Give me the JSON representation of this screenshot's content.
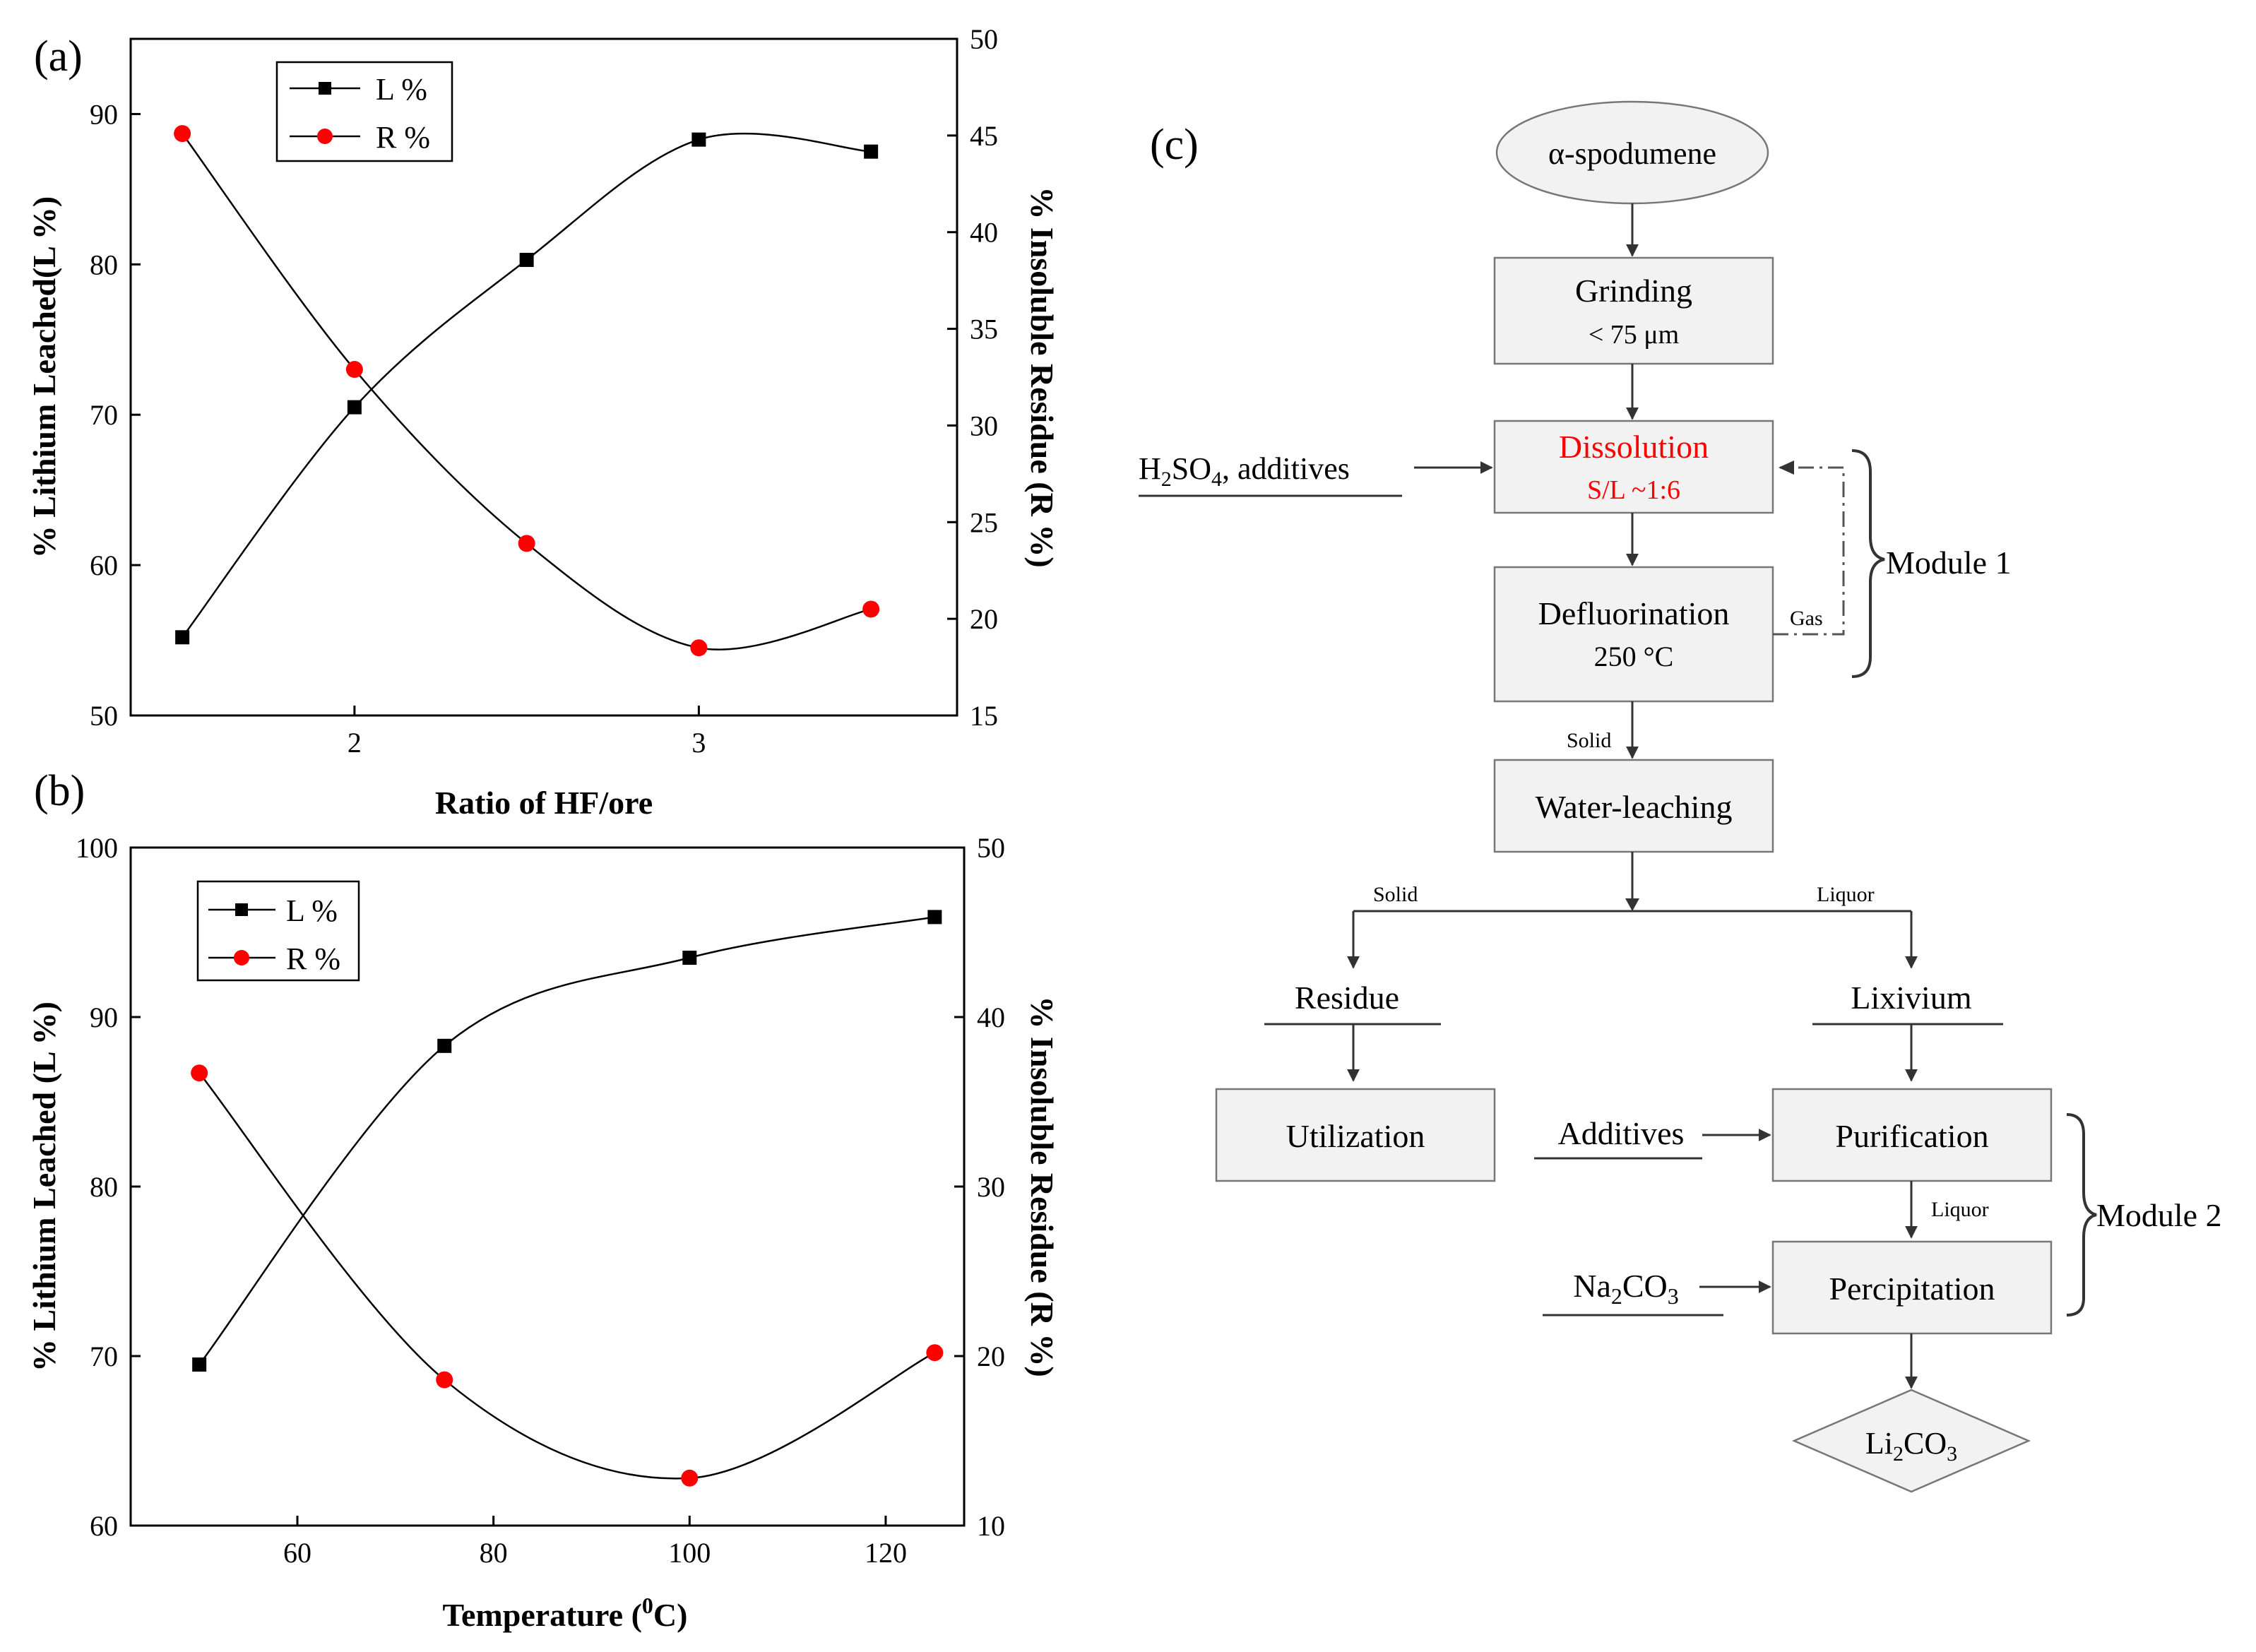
{
  "chart_data": [
    {
      "panel_label": "(a)",
      "type": "line",
      "xlabel": "Ratio of HF/ore",
      "ylabel_left": "% Lithium Leached(L %)",
      "ylabel_right": "% Insoluble Residue (R %)",
      "xlim": [
        1.35,
        3.75
      ],
      "xticks": [
        2,
        3
      ],
      "ylim_left": [
        50,
        95
      ],
      "yticks_left": [
        50,
        60,
        70,
        80,
        90
      ],
      "ylim_right": [
        15,
        50
      ],
      "yticks_right": [
        15,
        20,
        25,
        30,
        35,
        40,
        45,
        50
      ],
      "legend_position": "top-left",
      "series": [
        {
          "name": "L %",
          "axis": "left",
          "marker": "square",
          "color": "#000000",
          "x": [
            1.5,
            2.0,
            2.5,
            3.0,
            3.5
          ],
          "values": [
            55.2,
            70.5,
            80.3,
            88.3,
            87.5
          ]
        },
        {
          "name": "R %",
          "axis": "right",
          "marker": "circle",
          "color": "#ff0000",
          "x": [
            1.5,
            2.0,
            2.5,
            3.0,
            3.5
          ],
          "values": [
            45.1,
            32.9,
            23.9,
            18.5,
            20.5
          ]
        }
      ]
    },
    {
      "panel_label": "(b)",
      "type": "line",
      "xlabel": "Temperature (",
      "xlabel_sup": "0",
      "xlabel_end": "C)",
      "ylabel_left": "% Lithium Leached (L %)",
      "ylabel_right": "% Insoluble Residue (R %)",
      "xlim": [
        43,
        128
      ],
      "xticks": [
        60,
        80,
        100,
        120
      ],
      "ylim_left": [
        60,
        100
      ],
      "yticks_left": [
        60,
        70,
        80,
        90,
        100
      ],
      "ylim_right": [
        10,
        50
      ],
      "yticks_right": [
        10,
        20,
        30,
        40,
        50
      ],
      "legend_position": "top-left",
      "series": [
        {
          "name": "L %",
          "axis": "left",
          "marker": "square",
          "color": "#000000",
          "x": [
            50,
            75,
            100,
            125
          ],
          "values": [
            69.5,
            88.3,
            93.5,
            95.9
          ]
        },
        {
          "name": "R %",
          "axis": "right",
          "marker": "circle",
          "color": "#ff0000",
          "x": [
            50,
            75,
            100,
            125
          ],
          "values": [
            36.7,
            18.6,
            12.8,
            20.2
          ]
        }
      ]
    }
  ],
  "flowchart": {
    "panel_label": "(c)",
    "start": "α-spodumene",
    "grinding": {
      "title": "Grinding",
      "sub": "< 75 μm"
    },
    "dissolution": {
      "title": "Dissolution",
      "sub": "S/L ~1:6",
      "color": "#ff0000"
    },
    "defluorination": {
      "title": "Defluorination",
      "sub": "250 °C"
    },
    "water_leaching": "Water-leaching",
    "h2so4_input": {
      "pre": "H",
      "sub1": "2",
      "mid": "SO",
      "sub2": "4",
      "post": ", additives"
    },
    "gas_label": "Gas",
    "module1": "Module 1",
    "solid_label_1": "Solid",
    "solid_label_2": "Solid",
    "liquor_label_1": "Liquor",
    "liquor_label_2": "Liquor",
    "residue": "Residue",
    "lixivium": "Lixivium",
    "utilization": "Utilization",
    "additives": "Additives",
    "purification": "Purification",
    "na2co3": {
      "pre": "Na",
      "sub": "2",
      "post": "CO",
      "sub2": "3"
    },
    "precipitation": "Percipitation",
    "module2": "Module 2",
    "product": {
      "pre": "Li",
      "sub": "2",
      "post": "CO",
      "sub2": "3"
    }
  }
}
